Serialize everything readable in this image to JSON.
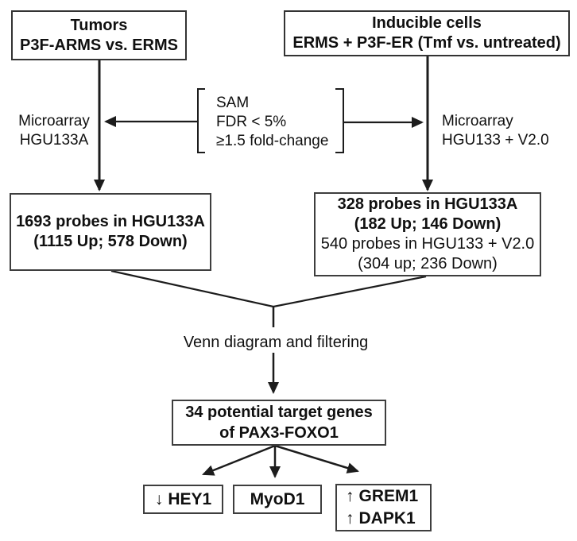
{
  "diagram": {
    "title_semantic": "PAX3-FOXO1 target gene identification flowchart",
    "tumors_box": {
      "line1": "Tumors",
      "line2": "P3F-ARMS vs. ERMS"
    },
    "inducible_box": {
      "line1": "Inducible cells",
      "line2": "ERMS + P3F-ER (Tmf vs. untreated)"
    },
    "microarray_left": {
      "line1": "Microarray",
      "line2": "HGU133A"
    },
    "microarray_right": {
      "line1": "Microarray",
      "line2": "HGU133 + V2.0"
    },
    "sam_criteria": {
      "line1": "SAM",
      "line2": "FDR < 5%",
      "line3": "≥1.5 fold-change"
    },
    "left_result_box": {
      "line1": "1693 probes in HGU133A",
      "line2": "(1115 Up; 578 Down)"
    },
    "right_result_box": {
      "line1": "328 probes in HGU133A",
      "line2": "(182 Up; 146 Down)",
      "line3": "540 probes in HGU133 + V2.0",
      "line4": "(304 up; 236 Down)"
    },
    "venn_label": "Venn diagram and filtering",
    "target_genes_box": {
      "line1": "34 potential target genes",
      "line2": "of PAX3-FOXO1"
    },
    "gene_boxes": {
      "hey1": {
        "arrow": "↓",
        "label": "HEY1"
      },
      "myod1": {
        "label": "MyoD1"
      },
      "grem1": {
        "arrow": "↑",
        "label": "GREM1"
      },
      "dapk1": {
        "arrow": "↑",
        "label": "DAPK1"
      }
    },
    "colors": {
      "line": "#1c1c1c",
      "box_border": "#3e3e3e",
      "text": "#101010",
      "background": "#ffffff"
    }
  }
}
